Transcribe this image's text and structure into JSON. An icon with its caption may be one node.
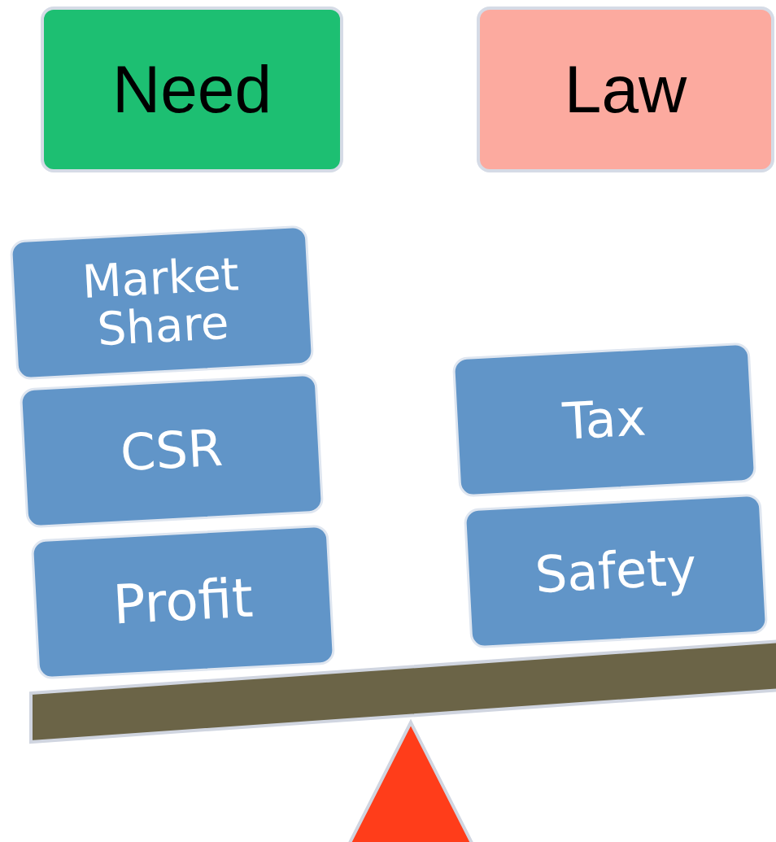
{
  "diagram": {
    "nodes": [
      {
        "text": [
          "Need"
        ]
      },
      {
        "text": [
          "Law"
        ]
      },
      {
        "text": [
          "Market Share"
        ]
      },
      {
        "text": [
          "CSR"
        ]
      },
      {
        "text": [
          "Profit"
        ]
      },
      {
        "text": [
          "Tax"
        ]
      },
      {
        "text": [
          "Safety"
        ]
      },
      {
        "text": [],
        "shape": "bar"
      },
      {
        "text": [],
        "shape": "triangle"
      }
    ]
  }
}
